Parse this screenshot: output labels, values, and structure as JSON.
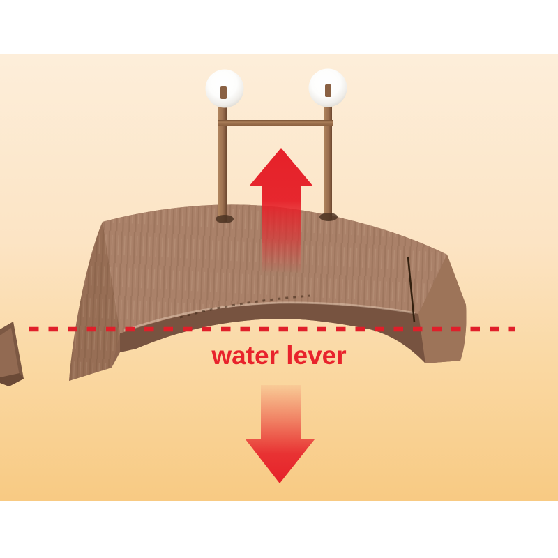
{
  "diagram": {
    "label": {
      "text": "water lever"
    },
    "colors": {
      "arrow_red": "#e62129",
      "dash_red": "#e01f2a",
      "label_red": "#e8232c",
      "bg_top": "#fdeeda",
      "bg_bottom": "#f8ca83",
      "bridge_deck": "#aa8169",
      "bridge_underside": "#7a5540",
      "bridge_side": "#966d54",
      "bridge_end_face": "#9d7459",
      "post_brown": "#9b6f4f",
      "sphere_white": "#ffffff"
    },
    "icons": [
      {
        "name": "up-arrow-icon"
      },
      {
        "name": "down-arrow-icon"
      },
      {
        "name": "water-level-dashed-line"
      },
      {
        "name": "bridge-ornament"
      },
      {
        "name": "suction-sphere"
      }
    ]
  }
}
